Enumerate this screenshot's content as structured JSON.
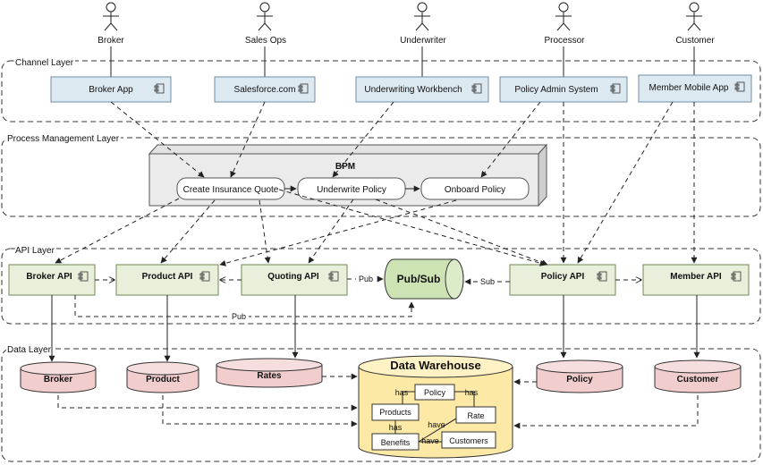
{
  "actors": [
    {
      "id": "broker",
      "label": "Broker"
    },
    {
      "id": "salesops",
      "label": "Sales Ops"
    },
    {
      "id": "underwriter",
      "label": "Underwriter"
    },
    {
      "id": "processor",
      "label": "Processor"
    },
    {
      "id": "customer",
      "label": "Customer"
    }
  ],
  "layers": {
    "channel": "Channel Layer",
    "process": "Process Management Layer",
    "api": "API Layer",
    "data": "Data Layer"
  },
  "channel_apps": [
    {
      "id": "brokerapp",
      "label": "Broker App"
    },
    {
      "id": "salesforce",
      "label": "Salesforce.com"
    },
    {
      "id": "uwbench",
      "label": "Underwriting Workbench"
    },
    {
      "id": "pas",
      "label": "Policy Admin System"
    },
    {
      "id": "mma",
      "label": "Member Mobile App"
    }
  ],
  "bpm": {
    "title": "BPM",
    "steps": [
      "Create Insurance Quote",
      "Underwrite Policy",
      "Onboard Policy"
    ]
  },
  "apis": [
    {
      "id": "brokerapi",
      "label": "Broker API"
    },
    {
      "id": "productapi",
      "label": "Product API"
    },
    {
      "id": "quotingapi",
      "label": "Quoting API"
    },
    {
      "id": "policyapi",
      "label": "Policy API"
    },
    {
      "id": "memberapi",
      "label": "Member API"
    }
  ],
  "pubsub": {
    "label": "Pub/Sub",
    "pub": "Pub",
    "sub": "Sub",
    "pub2": "Pub"
  },
  "stores": [
    {
      "id": "broker",
      "label": "Broker"
    },
    {
      "id": "product",
      "label": "Product"
    },
    {
      "id": "rates",
      "label": "Rates"
    },
    {
      "id": "policy",
      "label": "Policy"
    },
    {
      "id": "customer",
      "label": "Customer"
    }
  ],
  "warehouse": {
    "title": "Data Warehouse",
    "entities": [
      "Policy",
      "Products",
      "Rate",
      "Benefits",
      "Customers"
    ],
    "relations": {
      "has1": "has",
      "has2": "has",
      "has3": "has",
      "have1": "have",
      "have2": "have"
    }
  }
}
